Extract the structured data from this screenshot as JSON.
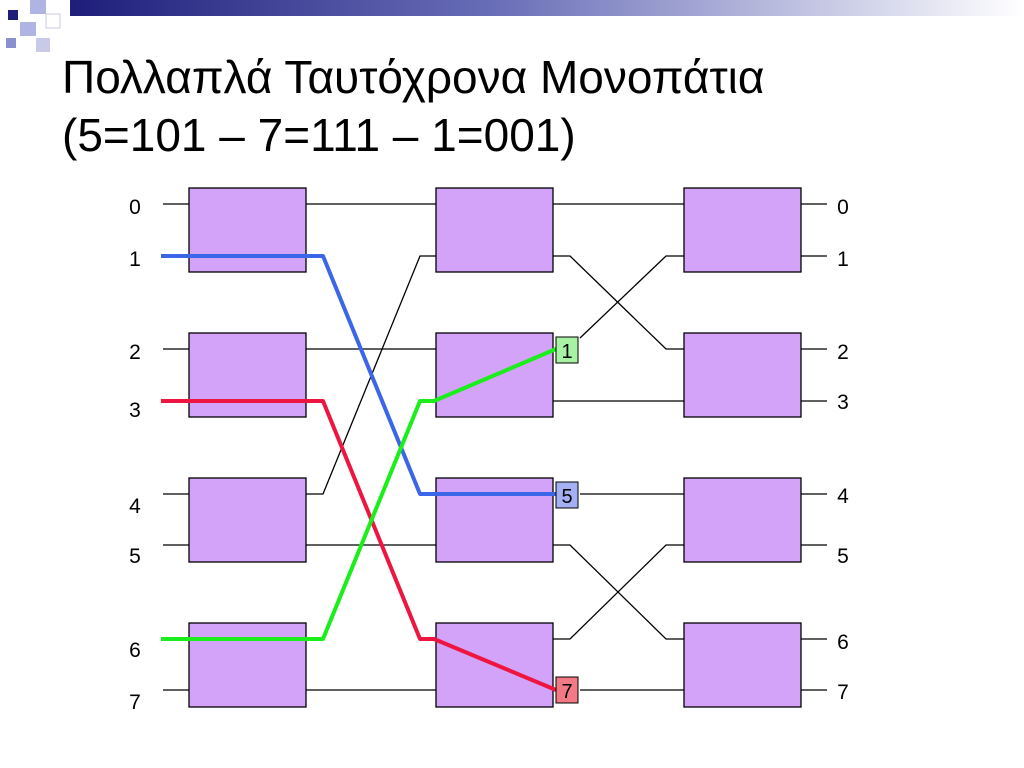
{
  "slide": {
    "title_line1": "Πολλαπλά Ταυτόχρονα Μονοπάτια",
    "title_line2": "(5=101 – 7=111 – 1=001)"
  },
  "network": {
    "input_labels": [
      "0",
      "1",
      "2",
      "3",
      "4",
      "5",
      "6",
      "7"
    ],
    "output_labels": [
      "0",
      "1",
      "2",
      "3",
      "4",
      "5",
      "6",
      "7"
    ],
    "switch_color": "#d3a3f9",
    "paths": [
      {
        "destination_label": "5",
        "color": "#3b66e8",
        "tag_color": "#a5b0f4"
      },
      {
        "destination_label": "7",
        "color": "#ee1540",
        "tag_color": "#f17a85"
      },
      {
        "destination_label": "1",
        "color": "#1bef1b",
        "tag_color": "#a8f2a3"
      }
    ]
  },
  "decoration": {
    "accent_dark": "#1e1e7a",
    "accent_mid": "#8a8fd0"
  }
}
